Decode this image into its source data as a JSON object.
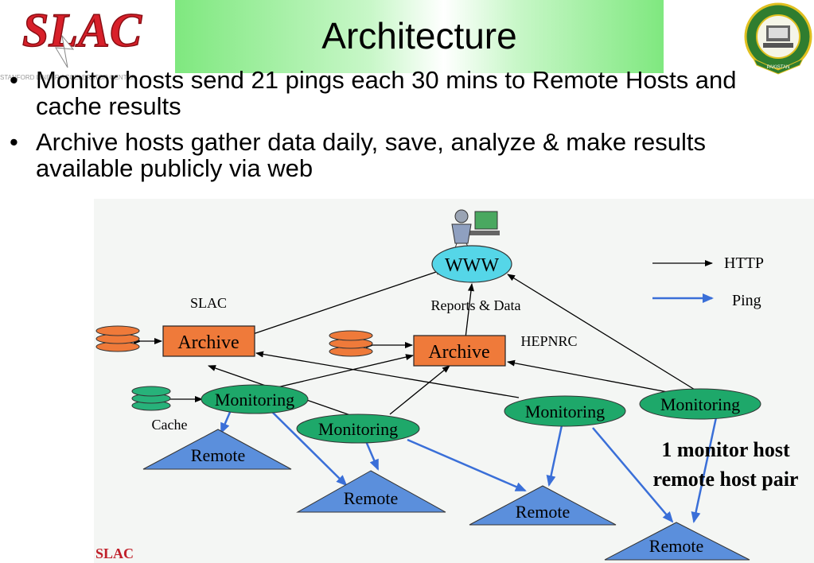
{
  "title": "Architecture",
  "logos": {
    "top_left": "SLAC",
    "top_left_caption": "STANFORD LINEAR ACCELERATOR CENTER",
    "top_right_caption": "PAKISTAN",
    "bottom_left": "SLAC"
  },
  "bullets": [
    "Monitor hosts send 21 pings each 30 mins  to Remote Hosts and cache results",
    "Archive hosts gather data daily, save, analyze & make results available publicly via web"
  ],
  "diagram": {
    "www": "WWW",
    "reports_label": "Reports & Data",
    "archive_left": "Archive",
    "archive_right": "Archive",
    "slac_label": "SLAC",
    "hepnrc_label": "HEPNRC",
    "cache_label": "Cache",
    "monitoring": [
      "Monitoring",
      "Monitoring",
      "Monitoring",
      "Monitoring"
    ],
    "remotes": [
      "Remote",
      "Remote",
      "Remote",
      "Remote"
    ],
    "legend_http": "HTTP",
    "legend_ping": "Ping",
    "note_line1": "1 monitor host",
    "note_line2": "remote host pair",
    "colors": {
      "archive": "#ef7a3a",
      "monitoring": "#1ea86a",
      "www": "#55d6e8",
      "remote": "#5b8fdc",
      "ping": "#3a6fd8",
      "database_orange": "#ef7a3a",
      "database_green": "#27b27a"
    }
  }
}
